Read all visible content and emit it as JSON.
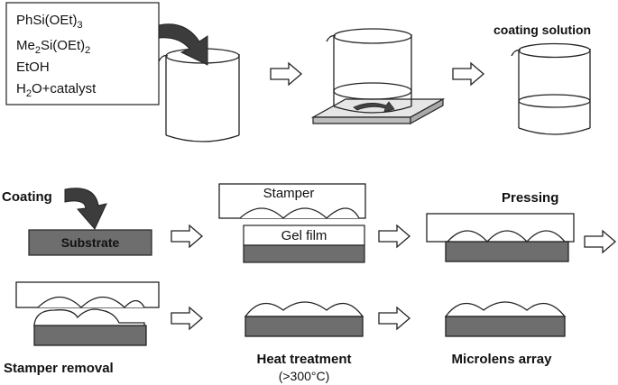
{
  "reagents": {
    "line1": {
      "main": "PhSi(OEt)",
      "sub": "3"
    },
    "line2": {
      "main": "Me",
      "sub1": "2",
      "mid": "Si(OEt)",
      "sub2": "2"
    },
    "line3": "EtOH",
    "line4": {
      "pre": "H",
      "sub": "2",
      "post": "O+catalyst"
    }
  },
  "labels": {
    "coating_solution": "coating solution",
    "coating": "Coating",
    "substrate": "Substrate",
    "stamper": "Stamper",
    "gel_film": "Gel film",
    "pressing": "Pressing",
    "stamper_removal": "Stamper removal",
    "heat_treatment": "Heat treatment",
    "heat_temp": "(>300°C)",
    "microlens_array": "Microlens array"
  },
  "colors": {
    "substrate_fill": "#6e6e6e",
    "outline": "#222222",
    "pour_arrow": "#3c3c3c"
  },
  "icons": {
    "pour_arrow": "curved-arrow-icon",
    "flow_arrow": "right-arrow-outline-icon",
    "stir_arrow": "rotation-arrow-icon"
  }
}
